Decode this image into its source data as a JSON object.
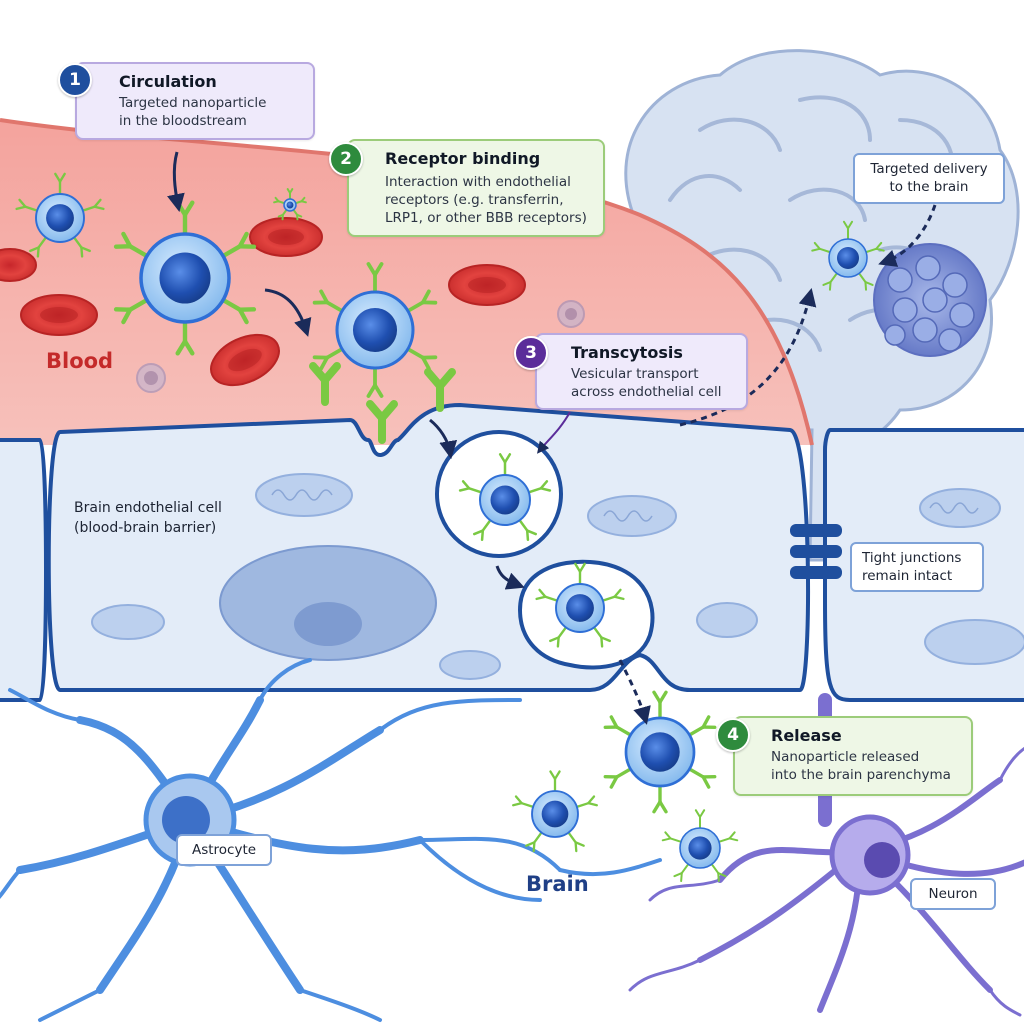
{
  "steps": [
    {
      "number": "1",
      "title": "Circulation",
      "body_lines": [
        "Targeted nanoparticle",
        "in the bloodstream"
      ],
      "color": "#1f4f9e"
    },
    {
      "number": "2",
      "title": "Receptor binding",
      "body_lines": [
        "Interaction with endothelial",
        "receptors (e.g. transferrin,",
        "LRP1, or other BBB receptors)"
      ],
      "color": "#2e8b3d"
    },
    {
      "number": "3",
      "title": "Transcytosis",
      "body_lines": [
        "Vesicular transport",
        "across endothelial cell"
      ],
      "color": "#5b2d9a"
    },
    {
      "number": "4",
      "title": "Release",
      "body_lines": [
        "Nanoparticle released",
        "into the brain parenchyma"
      ],
      "color": "#2e8b3d"
    }
  ],
  "labels": {
    "blood": "Blood",
    "brain": "Brain",
    "endothelial_title": "Brain endothelial cell",
    "endothelial_sub": "(blood-brain barrier)",
    "tight_junctions_lines": [
      "Tight junctions",
      "remain intact"
    ],
    "targeted_delivery_lines": [
      "Targeted delivery",
      "to the brain"
    ],
    "astrocyte": "Astrocyte",
    "neuron": "Neuron"
  },
  "colors": {
    "blood_red": "#e9463f",
    "vessel_wall": "#f6b7b1",
    "endothelium_fill": "#e3ecf8",
    "endothelium_border": "#1f4f9e",
    "nanoparticle_blue": "#2f6fd6",
    "ligand_green": "#7ac943",
    "astrocyte_blue": "#4d8ee0",
    "neuron_purple": "#7b6fd0",
    "brain_gray_blue": "#c9d6ea",
    "callout_purple_bg": "#efeafb",
    "callout_green_bg": "#eef7e6",
    "callout_blue_bg": "#ffffff"
  }
}
